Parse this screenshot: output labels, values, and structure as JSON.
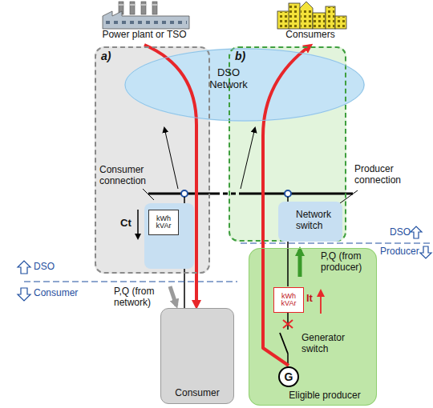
{
  "diagram": {
    "nodes": [
      {
        "text": [
          "Power plant or TSO"
        ]
      },
      {
        "text": [
          "Consumers"
        ]
      },
      {
        "text": [
          "a)"
        ]
      },
      {
        "text": [
          "b)"
        ]
      },
      {
        "text": [
          "DSO Network"
        ]
      },
      {
        "text": [
          "Consumer connection"
        ],
        "in": 2
      },
      {
        "text": [
          "kWh kVAr"
        ],
        "in": 5
      },
      {
        "text": [
          "Producer connection",
          "Network switch"
        ],
        "in": 3
      },
      {
        "text": [
          "Consumer"
        ]
      },
      {
        "text": [
          "Eligible producer"
        ]
      },
      {
        "text": [
          "kWh kVAr"
        ],
        "in": 9
      },
      {
        "text": [
          "G"
        ],
        "in": 9
      }
    ],
    "edges": [
      {
        "from": 0,
        "to": 8,
        "arrow": "to"
      },
      {
        "from": 11,
        "to": 1,
        "arrow": "to"
      }
    ],
    "labels": [
      "Ct",
      "It",
      "DSO",
      "Consumer",
      "DSO",
      "Producer",
      "P,Q (from network)",
      "P,Q (from producer)",
      "Generator switch"
    ]
  }
}
